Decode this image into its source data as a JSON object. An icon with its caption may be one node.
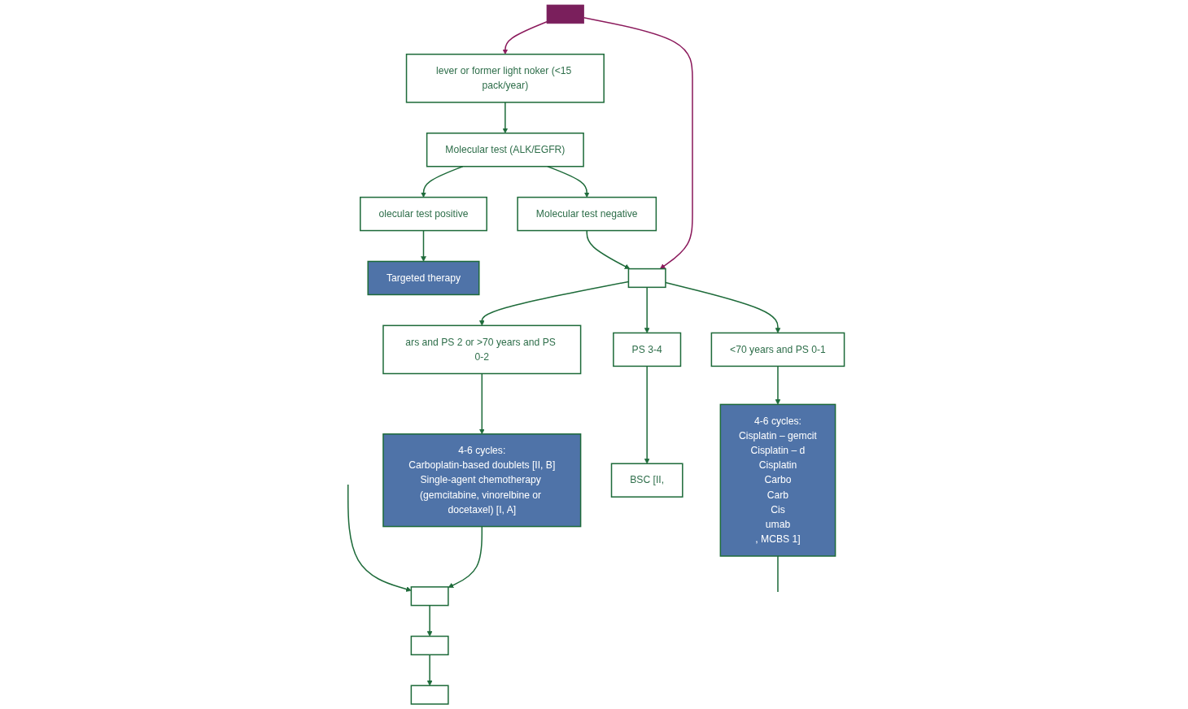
{
  "diagram": {
    "nodes": [
      {
        "text": [],
        "shape": "box"
      },
      {
        "text": [
          "lever or former light noker (<15 pack/year)"
        ]
      },
      {
        "text": [
          "Molecular test (ALK/EGFR)"
        ]
      },
      {
        "text": [
          "Molecular test negative"
        ]
      },
      {
        "text": [
          "olecular test positive"
        ]
      },
      {
        "text": [
          "Targeted therapy"
        ]
      },
      {
        "text": [],
        "shape": "box"
      },
      {
        "text": [
          "<70 years and PS 0-1"
        ]
      },
      {
        "text": [
          "ars and PS 2 or >70 years and PS 0-2"
        ]
      },
      {
        "text": [
          "PS 3-4"
        ]
      },
      {
        "text": [
          "4-6 cycles:",
          "Cisplatin – gemcit",
          "Cisplatin – d",
          "Cisplatin",
          "Carbo",
          "Carb",
          "Cis",
          "umab",
          ", MCBS 1]"
        ]
      },
      {
        "text": [
          "4-6 cycles:",
          "Carboplatin-based doublets [II, B]",
          "Single-agent chemotherapy (gemcitabine, vinorelbine or docetaxel) [I, A]"
        ]
      },
      {
        "text": [
          "BSC [II,"
        ]
      },
      {
        "text": [],
        "shape": "box"
      },
      {
        "text": [],
        "shape": "box"
      },
      {
        "text": [],
        "shape": "box"
      }
    ],
    "edges": [
      {
        "from": 0,
        "to": 1,
        "arrow": "to",
        "color": "#8b1a5c"
      },
      {
        "from": 1,
        "to": 2,
        "arrow": "to"
      },
      {
        "from": 2,
        "to": 3,
        "arrow": "to"
      },
      {
        "from": 2,
        "to": 4,
        "arrow": "to"
      },
      {
        "from": 4,
        "to": 5,
        "arrow": "to"
      },
      {
        "from": 0,
        "to": 6,
        "arrow": "to",
        "color": "#8b1a5c"
      },
      {
        "from": 3,
        "to": 6,
        "arrow": "to"
      },
      {
        "from": 6,
        "to": 7,
        "arrow": "to"
      },
      {
        "from": 6,
        "to": 8,
        "arrow": "to"
      },
      {
        "from": 6,
        "to": 9,
        "arrow": "to"
      },
      {
        "from": 7,
        "to": 10,
        "arrow": "to"
      },
      {
        "from": 8,
        "to": 11,
        "arrow": "to"
      },
      {
        "from": 9,
        "to": 12,
        "arrow": "to"
      },
      {
        "from": 10,
        "to": null,
        "arrow": "none"
      },
      {
        "from": 11,
        "to": 13,
        "arrow": "to"
      },
      {
        "from": null,
        "to": 13,
        "arrow": "to"
      },
      {
        "from": 13,
        "to": 14,
        "arrow": "to"
      },
      {
        "from": 14,
        "to": 15,
        "arrow": "to"
      }
    ]
  }
}
